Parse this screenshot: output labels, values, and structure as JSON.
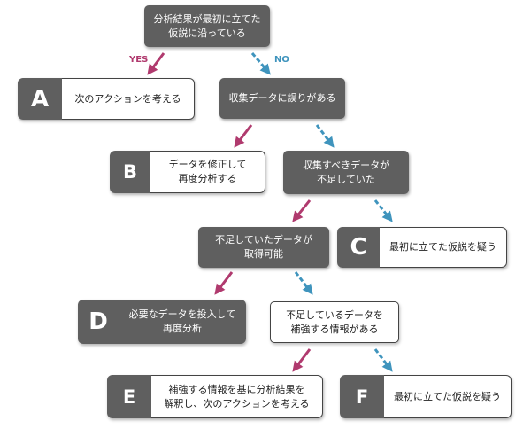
{
  "colors": {
    "yes": "#b03a6e",
    "no": "#3f94bd",
    "dark_box": "#5f5f5f"
  },
  "labels": {
    "yes": "YES",
    "no": "NO"
  },
  "nodes": {
    "q1": "分析結果が最初に立てた\n仮説に沿っている",
    "q2": "収集データに誤りがある",
    "q3": "収集すべきデータが\n不足していた",
    "q4": "不足していたデータが\n取得可能",
    "q5": "不足しているデータを\n補強する情報がある"
  },
  "results": {
    "A": {
      "letter": "A",
      "text": "次のアクションを考える"
    },
    "B": {
      "letter": "B",
      "text": "データを修正して\n再度分析する"
    },
    "C": {
      "letter": "C",
      "text": "最初に立てた仮説を疑う"
    },
    "D": {
      "letter": "D",
      "text": "必要なデータを投入して\n再度分析"
    },
    "E": {
      "letter": "E",
      "text": "補強する情報を基に分析結果を\n解釈し、次のアクションを考える"
    },
    "F": {
      "letter": "F",
      "text": "最初に立てた仮説を疑う"
    }
  }
}
